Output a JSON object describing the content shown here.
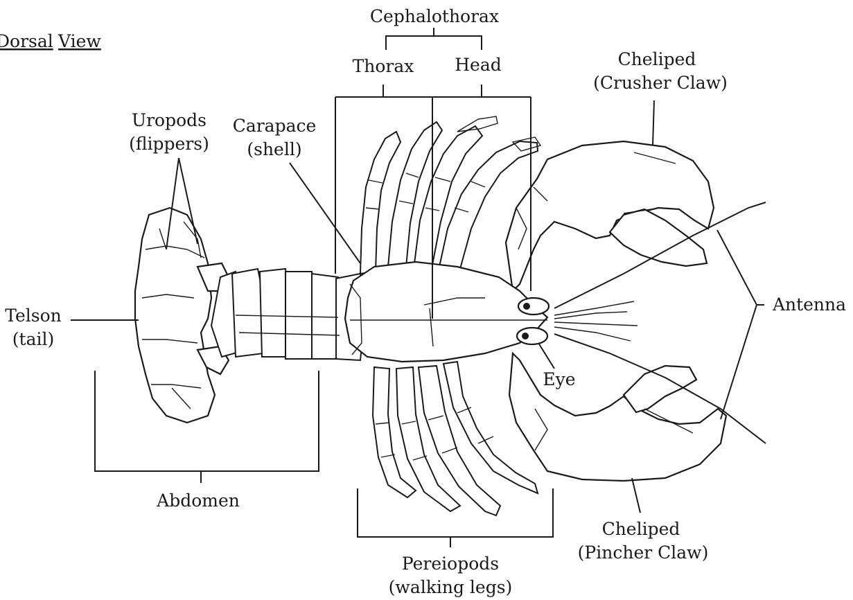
{
  "labels": {
    "view_title_a": "Dorsal",
    "view_title_b": "View",
    "cephalothorax": "Cephalothorax",
    "thorax": "Thorax",
    "head": "Head",
    "cheliped_crusher_1": "Cheliped",
    "cheliped_crusher_2": "(Crusher Claw)",
    "uropods_1": "Uropods",
    "uropods_2": "(flippers)",
    "carapace_1": "Carapace",
    "carapace_2": "(shell)",
    "telson_1": "Telson",
    "telson_2": "(tail)",
    "antenna": "Antenna",
    "eye": "Eye",
    "abdomen": "Abdomen",
    "cheliped_pincher_1": "Cheliped",
    "cheliped_pincher_2": "(Pincher Claw)",
    "pereiopods_1": "Pereiopods",
    "pereiopods_2": "(walking legs)"
  },
  "colors": {
    "ink": "#1a1a1a",
    "paper": "#ffffff"
  }
}
